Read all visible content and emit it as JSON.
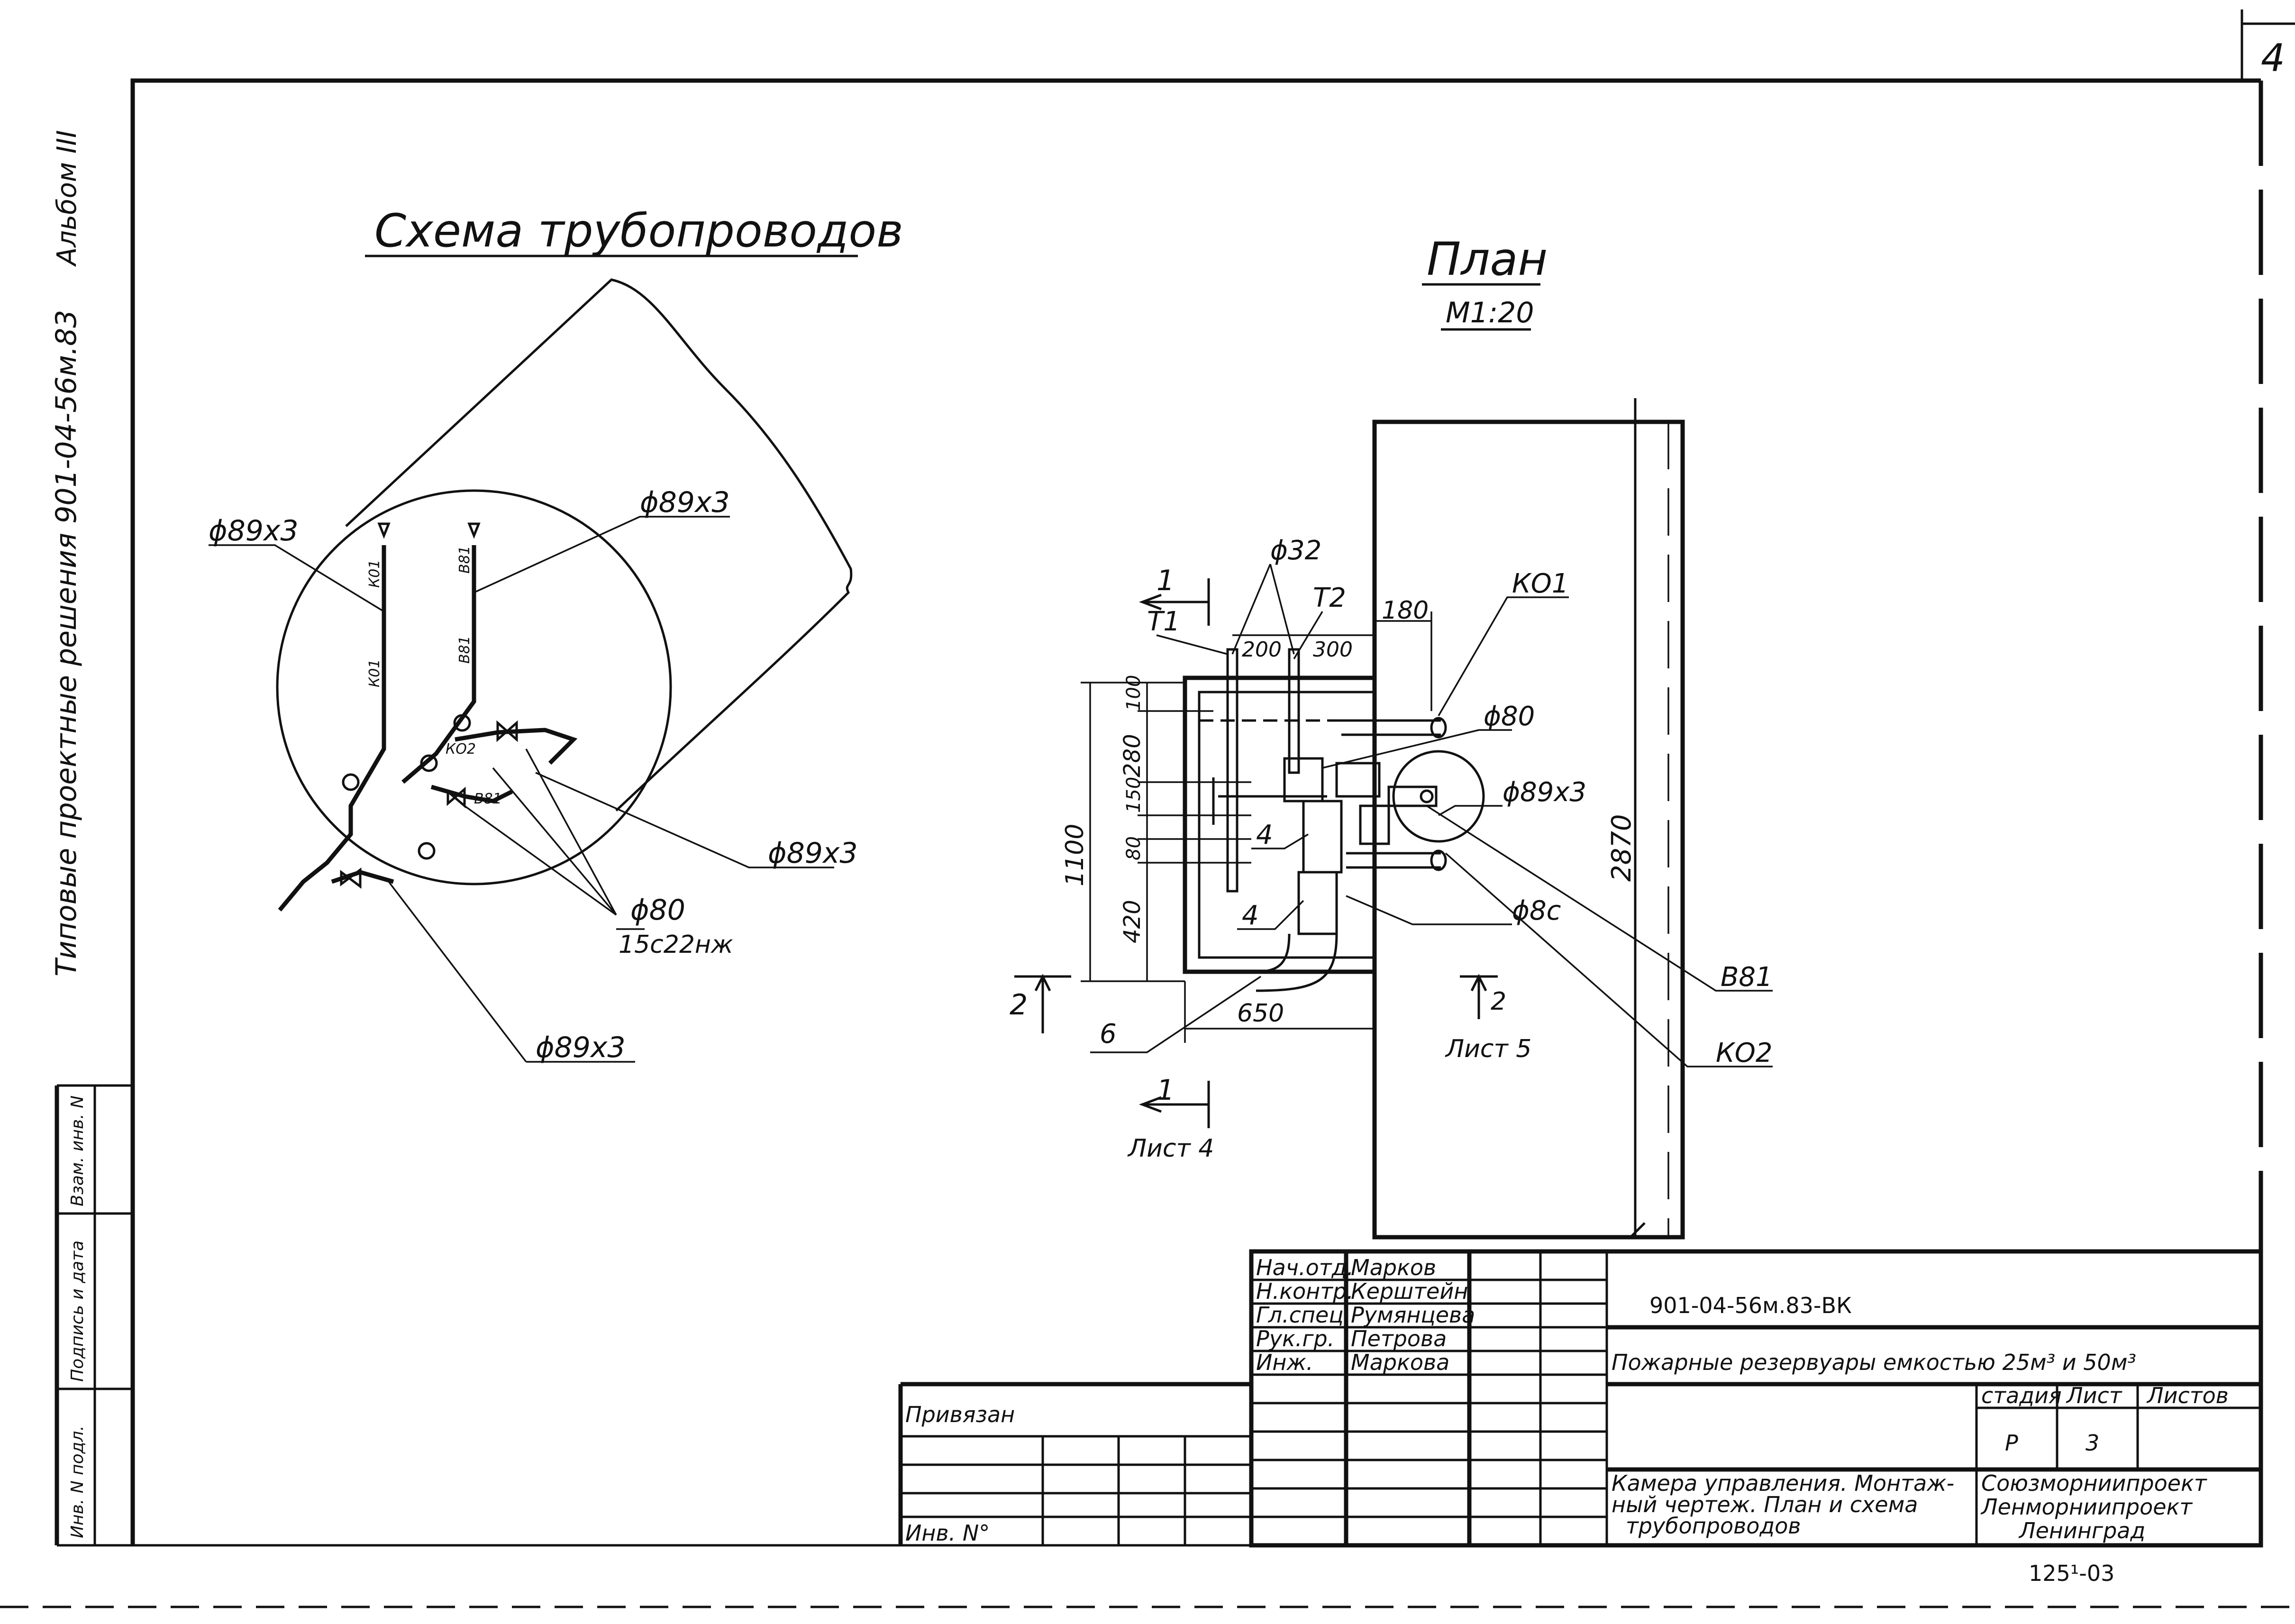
{
  "sheet_corner": "4",
  "side_strip": {
    "album": "Альбом III",
    "series": "Типовые проектные решения 901-04-56м.83",
    "inv_orig": "Инв. N подл.",
    "sign_date": "Подпись и дата",
    "replace_inv": "Взам. инв. N"
  },
  "scheme": {
    "title": "Схема трубопроводов",
    "labels": {
      "d89_left": "ϕ89x3",
      "d89_top": "ϕ89x3",
      "d89_right": "ϕ89x3",
      "d89_bottom": "ϕ89x3",
      "d80": "ϕ80",
      "valve": "15с22нж"
    },
    "pipe_tags": [
      "К01",
      "К01",
      "В81",
      "В81",
      "КО2",
      "В81"
    ]
  },
  "plan": {
    "title": "План",
    "scale": "М1:20",
    "labels": {
      "d32": "ϕ32",
      "t1": "Т1",
      "t2": "Т2",
      "ko1": "КО1",
      "ko2": "КО2",
      "d80": "ϕ80",
      "d89": "ϕ89x3",
      "d8c": "ϕ8с",
      "v81": "В81",
      "n4a": "4",
      "n4b": "4",
      "n6": "6",
      "sec1_top": "1",
      "sec1_bot": "1",
      "sec2_left": "2",
      "sec2_right": "2",
      "sheet4": "Лист 4",
      "sheet5": "Лист 5"
    },
    "dims": {
      "d200": "200",
      "d300": "300",
      "d180": "180",
      "d650": "650",
      "d1100": "1100",
      "d100": "100",
      "d280": "280",
      "d150": "150",
      "d80": "80",
      "d420": "420",
      "d2870": "2870"
    }
  },
  "title_block": {
    "code": "901-04-56м.83-ВК",
    "project": "Пожарные резервуары емкостью 25м³ и 50м³",
    "sheet_name": "Камера управления. Монтажный чертеж. План и схема трубопроводов",
    "sheet_name_lines": [
      "Камера управления. Монтаж-",
      "ный чертеж. План и схема",
      "трубопроводов"
    ],
    "stage_header": "стадия",
    "sheet_header": "Лист",
    "sheets_header": "Листов",
    "stage": "Р",
    "sheet": "3",
    "sheets": "",
    "org1": "Союзморниипроект",
    "org2": "Ленморниипроект",
    "city": "Ленинград",
    "bound": "Привязан",
    "inv": "Инв. N°",
    "sheet_code": "125¹-03",
    "roles": [
      {
        "role": "Нач.отд.",
        "name": "Марков"
      },
      {
        "role": "Н.контр.",
        "name": "Керштейн"
      },
      {
        "role": "Гл.спец.",
        "name": "Румянцева"
      },
      {
        "role": "Рук.гр.",
        "name": "Петрова"
      },
      {
        "role": "Инж.",
        "name": "Маркова"
      }
    ]
  }
}
